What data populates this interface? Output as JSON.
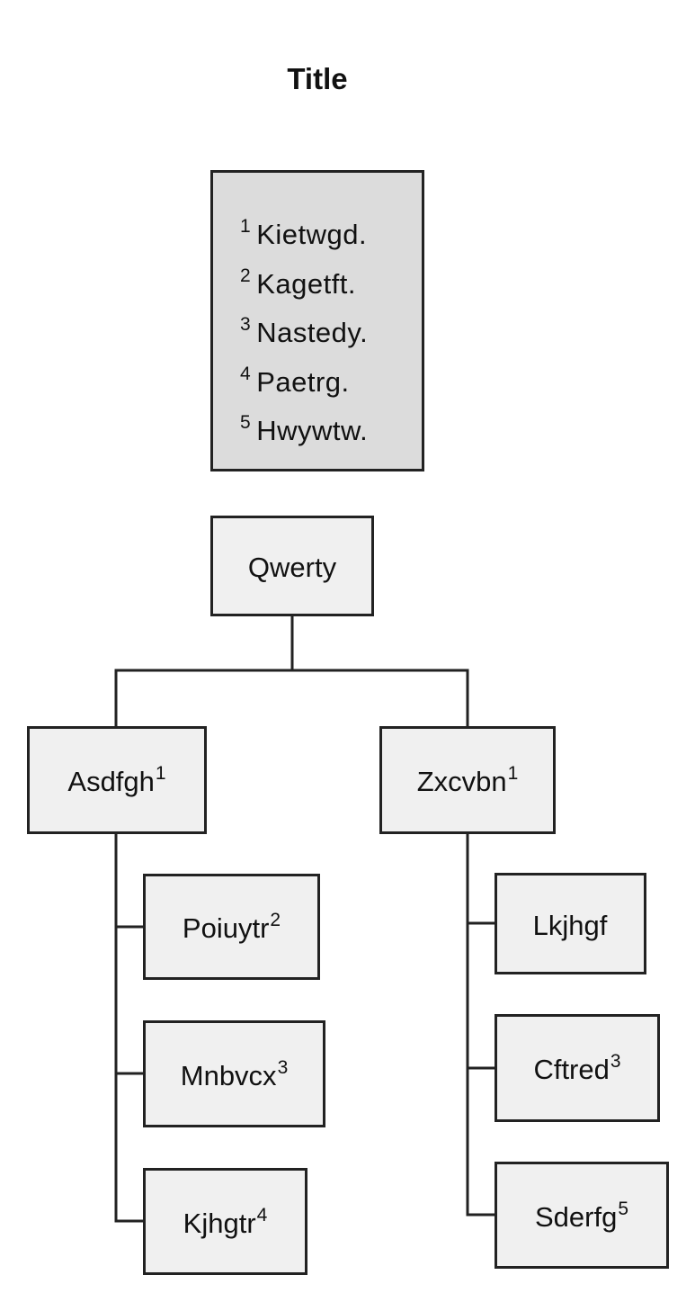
{
  "title": "Title",
  "legend": {
    "items": [
      {
        "num": "1",
        "text": "Kietwgd."
      },
      {
        "num": "2",
        "text": "Kagetft."
      },
      {
        "num": "3",
        "text": "Nastedy."
      },
      {
        "num": "4",
        "text": "Paetrg."
      },
      {
        "num": "5",
        "text": "Hwywtw."
      }
    ]
  },
  "tree": {
    "root": {
      "label": "Qwerty",
      "sup": ""
    },
    "branches": [
      {
        "label": "Asdfgh",
        "sup": "1",
        "children": [
          {
            "label": "Poiuytr",
            "sup": "2"
          },
          {
            "label": "Mnbvcx",
            "sup": "3"
          },
          {
            "label": "Kjhgtr",
            "sup": "4"
          }
        ]
      },
      {
        "label": "Zxcvbn",
        "sup": "1",
        "children": [
          {
            "label": "Lkjhgf",
            "sup": ""
          },
          {
            "label": "Cftred",
            "sup": "3"
          },
          {
            "label": "Sderfg",
            "sup": "5"
          }
        ]
      }
    ]
  }
}
